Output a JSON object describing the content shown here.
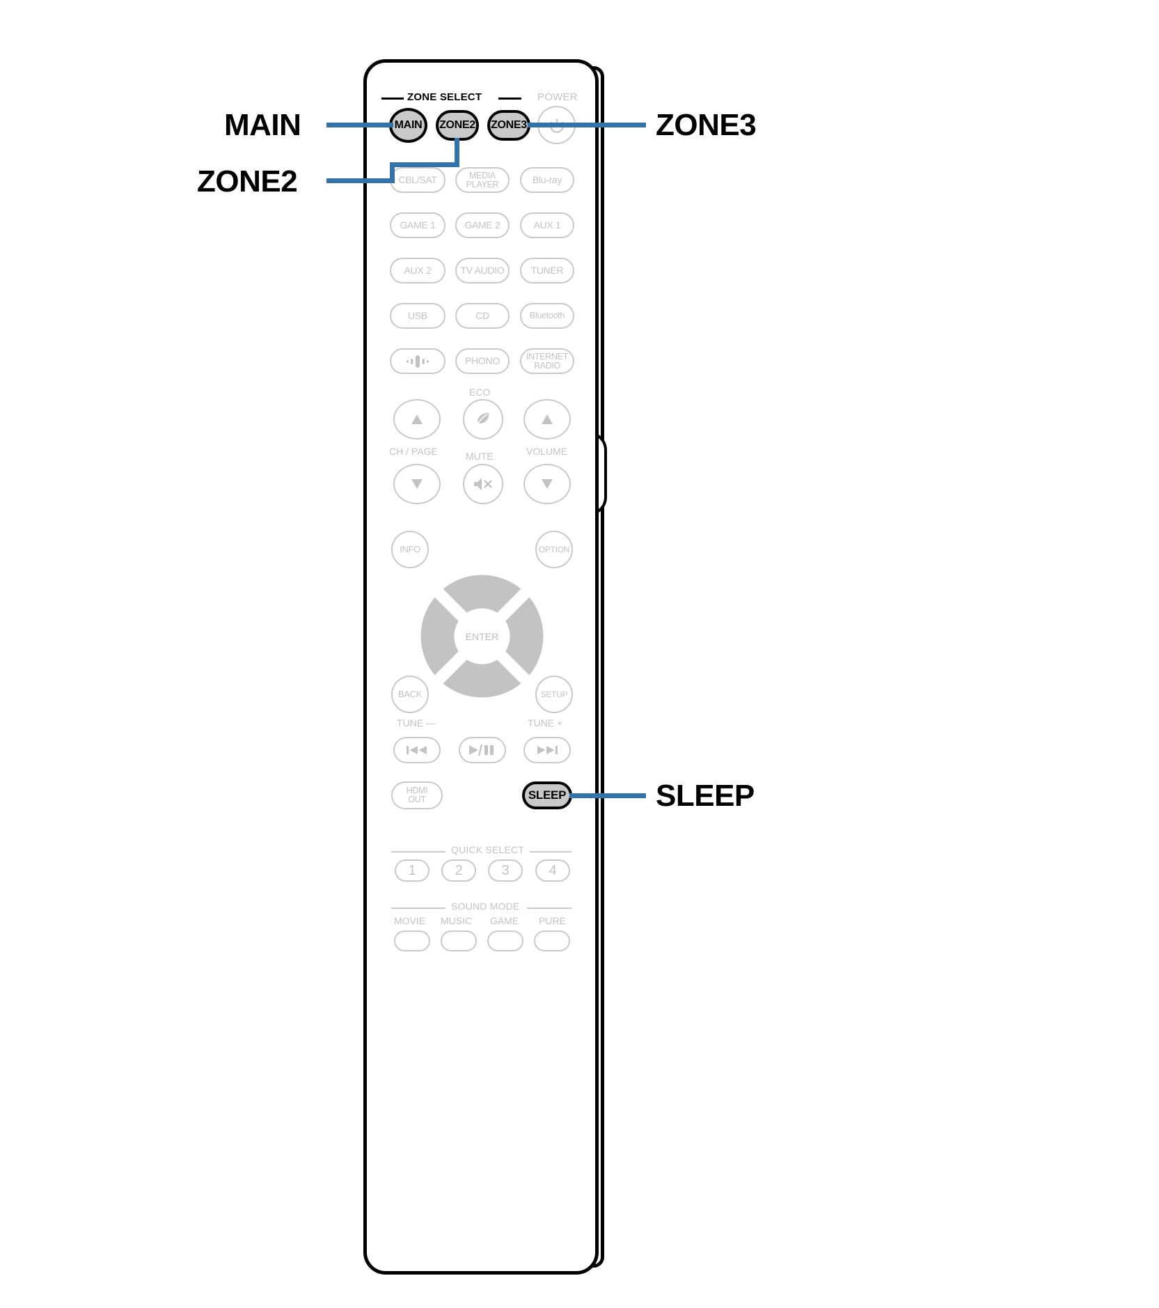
{
  "device": {
    "type": "av-receiver-remote-control",
    "sections": {
      "zone_select": "ZONE SELECT",
      "power": "POWER",
      "quick_select": "QUICK SELECT",
      "sound_mode": "SOUND MODE"
    },
    "zone_buttons": [
      {
        "label": "MAIN",
        "highlighted": true
      },
      {
        "label": "ZONE2",
        "highlighted": true
      },
      {
        "label": "ZONE3",
        "highlighted": true
      }
    ],
    "source_buttons": [
      {
        "label": "CBL/SAT"
      },
      {
        "label": "MEDIA\nPLAYER"
      },
      {
        "label": "Blu-ray"
      },
      {
        "label": "GAME 1"
      },
      {
        "label": "GAME 2"
      },
      {
        "label": "AUX 1"
      },
      {
        "label": "AUX 2"
      },
      {
        "label": "TV AUDIO"
      },
      {
        "label": "TUNER"
      },
      {
        "label": "USB"
      },
      {
        "label": "CD"
      },
      {
        "label": "Bluetooth"
      },
      {
        "label": "heos-icon"
      },
      {
        "label": "PHONO"
      },
      {
        "label": "INTERNET\nRADIO"
      }
    ],
    "control_labels": {
      "eco": "ECO",
      "ch_page": "CH / PAGE",
      "mute": "MUTE",
      "volume": "VOLUME",
      "info": "INFO",
      "option": "OPTION",
      "enter": "ENTER",
      "back": "BACK",
      "setup": "SETUP",
      "tune_minus": "TUNE —",
      "tune_plus": "TUNE +",
      "hdmi_out": "HDMI\nOUT",
      "sleep": "SLEEP"
    },
    "quick_select_buttons": [
      "1",
      "2",
      "3",
      "4"
    ],
    "sound_mode_buttons": [
      "MOVIE",
      "MUSIC",
      "GAME",
      "PURE"
    ],
    "transport_buttons": [
      "skip-back-icon",
      "play-pause-icon",
      "skip-forward-icon"
    ]
  },
  "callouts": [
    {
      "id": "main",
      "label": "MAIN",
      "side": "left"
    },
    {
      "id": "zone2",
      "label": "ZONE2",
      "side": "left"
    },
    {
      "id": "zone3",
      "label": "ZONE3",
      "side": "right"
    },
    {
      "id": "sleep",
      "label": "SLEEP",
      "side": "right"
    }
  ],
  "colors": {
    "leader_line": "#3273ab",
    "highlight_fill": "#c9c9c9",
    "inactive": "#c3c3c3",
    "outline": "#000000"
  }
}
